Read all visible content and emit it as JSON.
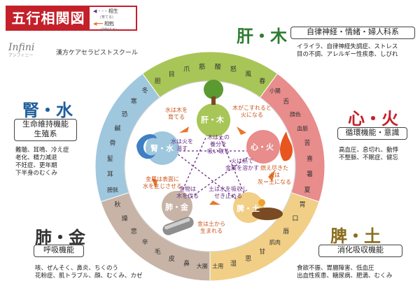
{
  "title": {
    "main": "五行相関図",
    "legend_generate": "相生",
    "legend_generate_sub": "(育てる)",
    "legend_control": "相剋",
    "legend_control_sub": "(抑制する)"
  },
  "logo": {
    "name": "Infini",
    "sub": "アンフィニー"
  },
  "school": "漢方ケアセラピストスクール",
  "colors": {
    "wood": "#a7c657",
    "fire": "#e88c8c",
    "earth": "#f1cf86",
    "metal": "#c7b4a6",
    "water": "#9fc7de",
    "title": "#c4202a",
    "arrow_orange": "#e8772e",
    "arrow_dash": "#6a2d86"
  },
  "elements": {
    "wood": {
      "label": "肝・木",
      "box": "自律神経・情緒・婦人科系",
      "desc": [
        "イライラ、自律神経失調症、ストレス",
        "目の不調、アレルギー性疾患、しびれ"
      ]
    },
    "fire": {
      "label": "心・火",
      "box": "循環機能・意識",
      "desc": [
        "高血圧、息切れ、動悸",
        "不整脈、不眠症、健忘"
      ]
    },
    "earth": {
      "label": "脾・土",
      "box": "消化吸収機能",
      "desc": [
        "食欲不振、胃腸障害、低血圧",
        "出血性疾患、糖尿病、肥満、むくみ"
      ]
    },
    "metal": {
      "label": "肺・金",
      "box": "呼吸機能",
      "desc": [
        "咳、ぜんそく、鼻炎、ちくのう",
        "花粉症、肌トラブル、顔、むくみ、カゼ"
      ]
    },
    "water": {
      "label": "腎・水",
      "box": [
        "生命維持機能",
        "生殖系"
      ],
      "desc": [
        "難聴、耳鳴、冷え症",
        "老化、精力減退",
        "不妊症、更年期",
        "下半身のむくみ"
      ]
    }
  },
  "ring": {
    "wood": [
      "胆",
      "目",
      "爪",
      "筋",
      "酸",
      "怒",
      "風",
      "春"
    ],
    "fire": [
      "小腸",
      "舌",
      "顔色",
      "血脈",
      "苦",
      "喜",
      "暑",
      "夏"
    ],
    "earth": [
      "胃",
      "口",
      "唇",
      "肌肉",
      "甘",
      "思",
      "湿",
      "土用"
    ],
    "metal": [
      "大腸",
      "鼻",
      "皮",
      "毛",
      "辛",
      "悲",
      "燥",
      "秋"
    ],
    "water": [
      "膀胱",
      "耳",
      "髪",
      "骨",
      "鹹",
      "恐",
      "寒",
      "冬"
    ]
  },
  "inner": {
    "wood": "肝・木",
    "fire": "心・火",
    "earth": "脾・土",
    "metal": "肺・金",
    "water": "腎・水",
    "gen_wood_fire": [
      "木がこすれると",
      "火になる"
    ],
    "gen_fire_earth": [
      "燃え尽きた",
      "火は",
      "灰＝土になる"
    ],
    "gen_earth_metal": [
      "金は土から",
      "生まれる"
    ],
    "gen_metal_water": [
      "金属は表面に",
      "水を生じさせる"
    ],
    "gen_water_wood": [
      "水は木を",
      "育てる"
    ],
    "ctrl_wood_earth": [
      "木は土の",
      "養分を",
      "吸い取る"
    ],
    "ctrl_fire_metal": [
      "火は熱で",
      "金属を溶かす"
    ],
    "ctrl_earth_water": [
      "土は水を吸収し",
      "せき止める"
    ],
    "ctrl_metal_wood": [
      "金物は",
      "木を伐る"
    ],
    "ctrl_water_fire": [
      "水は火を",
      "消す"
    ]
  }
}
